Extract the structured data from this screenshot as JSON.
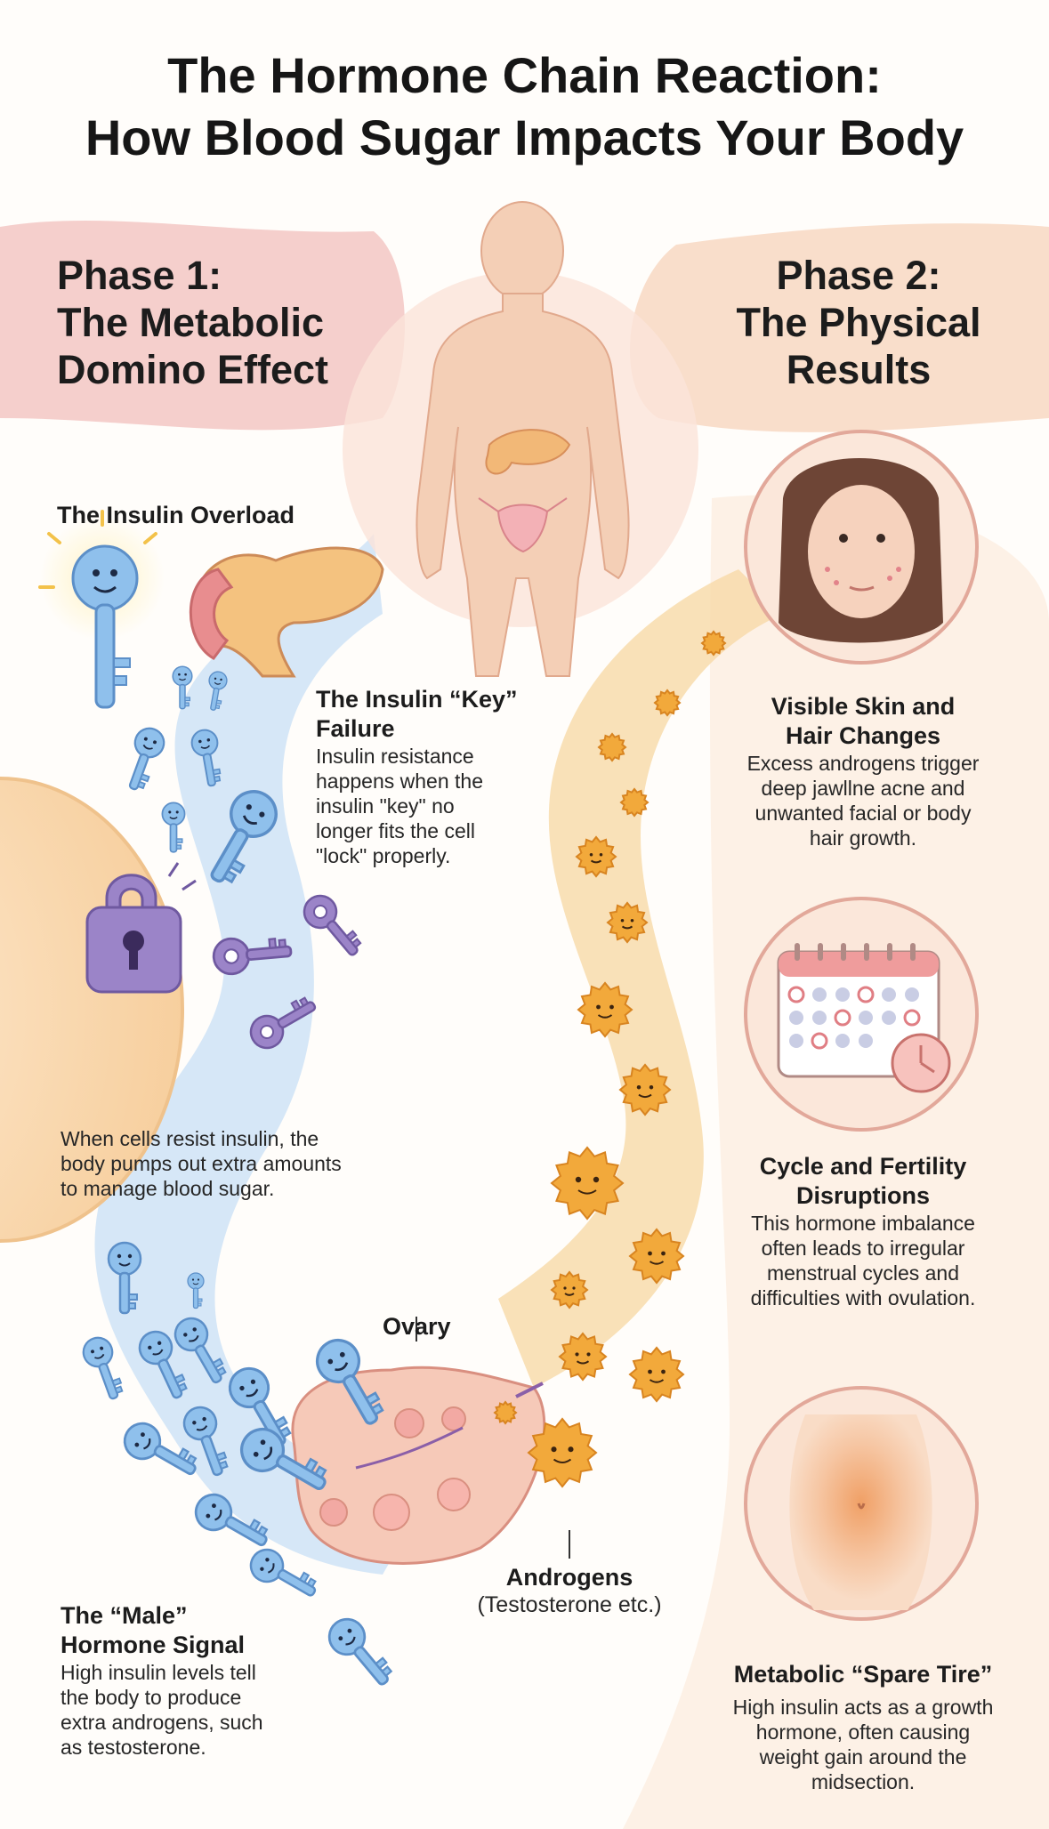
{
  "title": {
    "line1": "The Hormone Chain Reaction:",
    "line2": "How Blood Sugar Impacts Your Body"
  },
  "phase1": {
    "lines": [
      "Phase 1:",
      "The Metabolic",
      "Domino Effect"
    ]
  },
  "phase2": {
    "lines": [
      "Phase 2:",
      "The Physical",
      "Results"
    ]
  },
  "left": {
    "insulin_overload": "The Insulin Overload",
    "key_failure": {
      "heading": [
        "The Insulin “Key”",
        "Failure"
      ],
      "body": [
        "Insulin resistance",
        "happens when the",
        "insulin \"key\" no",
        "longer fits the cell",
        "\"lock\" properly."
      ]
    },
    "pump": {
      "body": [
        "When cells resist insulin, the",
        "body pumps out extra amounts",
        "to manage blood sugar."
      ]
    },
    "ovary_label": "Ovary",
    "androgens_label": "Androgens",
    "androgens_sub": "(Testosterone etc.)",
    "male_signal": {
      "heading": [
        "The “Male”",
        "Hormone Signal"
      ],
      "body": [
        "High insulin levels tell",
        "the body to produce",
        "extra androgens, such",
        "as testosterone."
      ]
    }
  },
  "right": {
    "skin": {
      "heading": [
        "Visible Skin and",
        "Hair Changes"
      ],
      "body": [
        "Excess androgens trigger",
        "deep jawllne acne and",
        "unwanted facial or body",
        "hair growth."
      ]
    },
    "cycle": {
      "heading": [
        "Cycle and Fertility",
        "Disruptions"
      ],
      "body": [
        "This hormone imbalance",
        "often leads to irregular",
        "menstrual cycles and",
        "difficulties with ovulation."
      ]
    },
    "spare_tire": {
      "heading": [
        "Metabolic “Spare Tire”"
      ],
      "body": [
        "High insulin acts as a growth",
        "hormone, often causing",
        "weight gain around the",
        "midsection."
      ]
    }
  },
  "colors": {
    "pink_band": "#f3c3c0",
    "peach_band": "#f7d6bf",
    "blue_stream": "#cfe3f6",
    "orange_stream": "#f8d9a8",
    "key_blue": "#8fc0ec",
    "key_purple": "#9b84c8",
    "androgen_orange": "#f2a93b",
    "skin": "#f4c7a8"
  },
  "icons": [
    "insulin-key-icon",
    "pancreas-icon",
    "cell-lock-icon",
    "ovary-icon",
    "androgen-icon",
    "calendar-clock-icon",
    "woman-face-icon",
    "belly-icon",
    "body-silhouette-icon"
  ]
}
